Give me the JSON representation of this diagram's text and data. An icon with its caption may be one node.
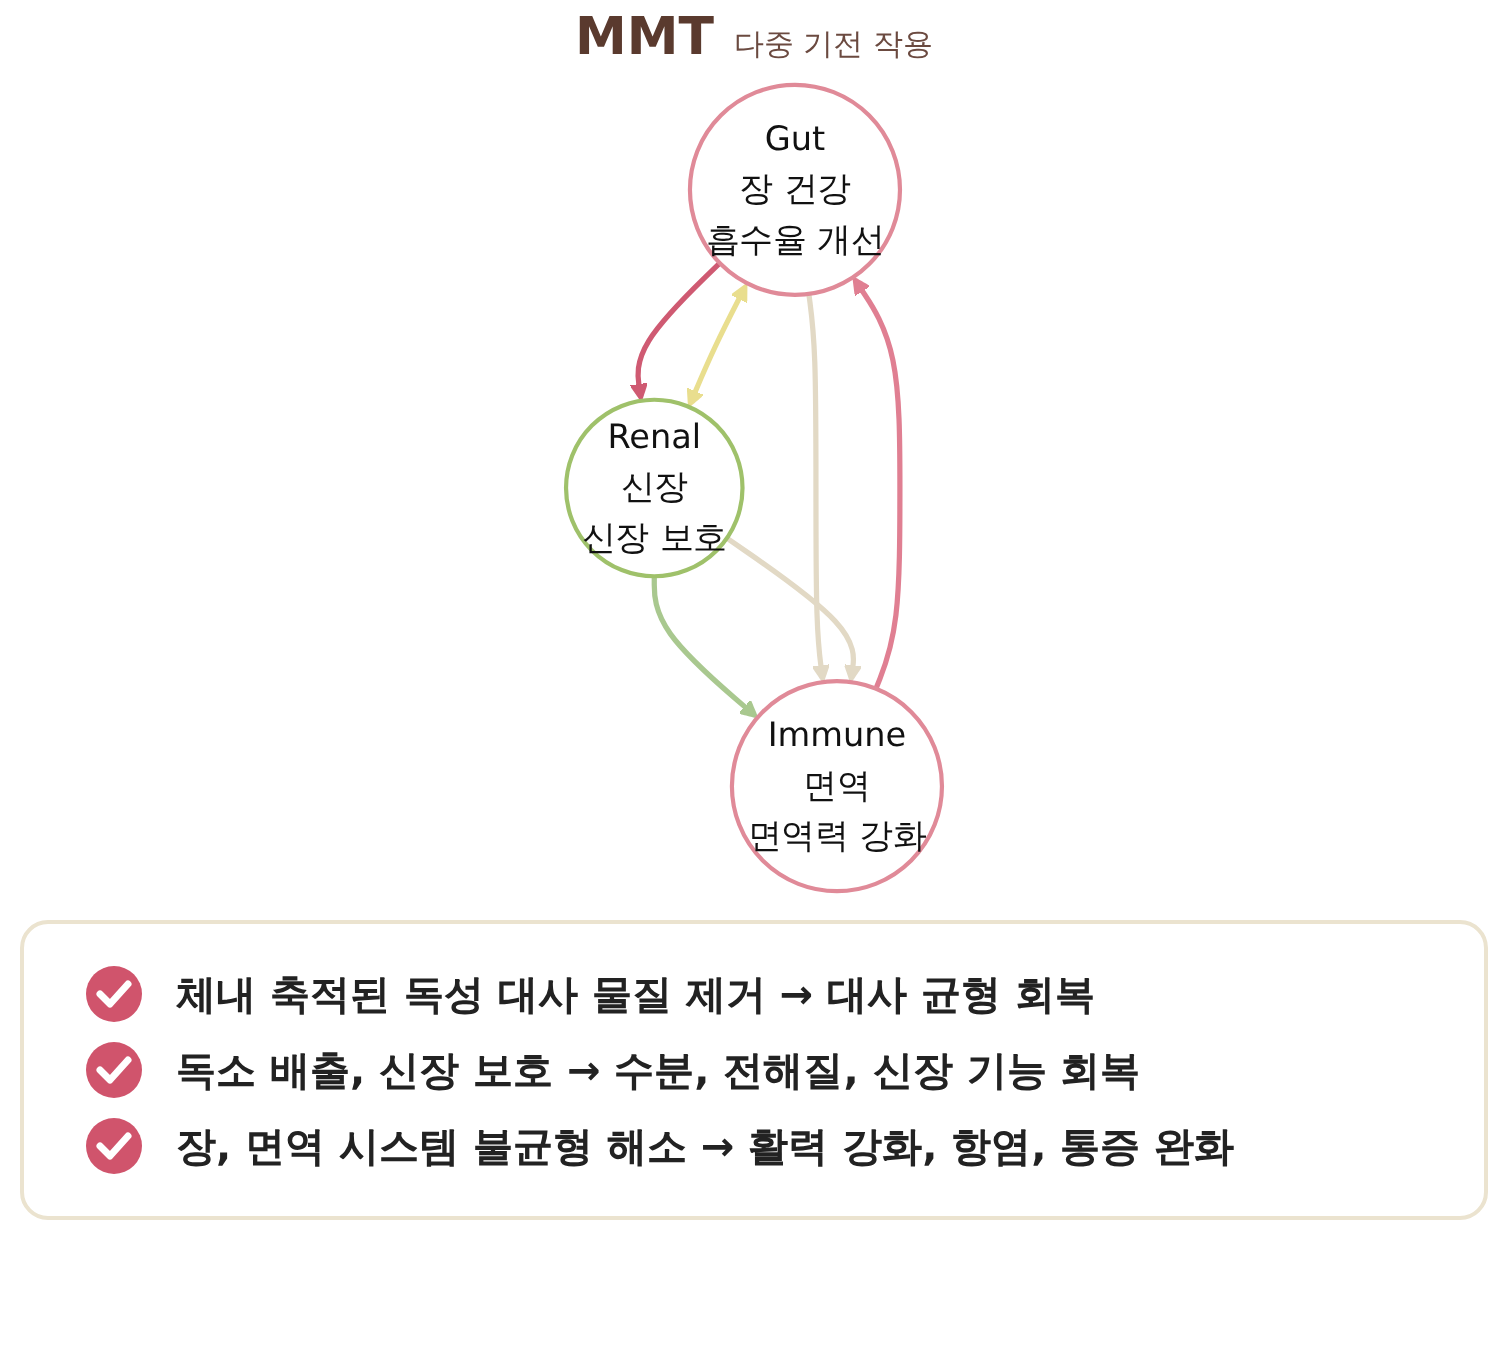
{
  "diagram": {
    "nodes": [
      {
        "text": [
          "Gut",
          "장 건강",
          "흡수율 개선"
        ]
      },
      {
        "text": [
          "Immune",
          "면역",
          "면역력 강화"
        ]
      },
      {
        "text": [
          "Renal",
          "신장",
          "신장 보호"
        ]
      }
    ],
    "edges": [
      {
        "from": 1,
        "to": 0,
        "arrow": "to",
        "color": "#e07f92"
      },
      {
        "from": 0,
        "to": 2,
        "arrow": "to",
        "color": "#cf5a72"
      },
      {
        "from": 2,
        "to": 1,
        "arrow": "to",
        "color": "#a9c88f"
      },
      {
        "from": 0,
        "to": 1,
        "arrow": "to",
        "color": "#e2d9c5"
      },
      {
        "from": 0,
        "to": 2,
        "arrow": "both",
        "color": "#e9de8e"
      },
      {
        "from": 2,
        "to": 1,
        "arrow": "to",
        "color": "#e2d9c5"
      }
    ],
    "labels": [
      "MMT",
      "다중 기전 작용",
      "체내 축적된 독성 대사 물질 제거 → 대사 균형 회복",
      "독소 배출, 신장 보호 → 수분, 전해질, 신장 기능 회복",
      "장, 면역 시스템 불균형 해소 → 활력 강화, 항염, 통증 완화"
    ]
  }
}
